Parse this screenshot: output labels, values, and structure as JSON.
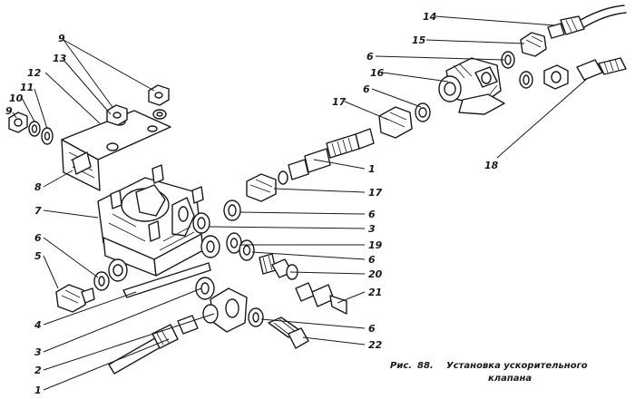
{
  "caption": {
    "prefix": "Рис.",
    "number": "88.",
    "line1": "Установка    ускорительного",
    "line2": "клапана"
  },
  "callouts": [
    {
      "id": "c14a",
      "text": "14"
    },
    {
      "id": "c15",
      "text": "15"
    },
    {
      "id": "c6a",
      "text": "6"
    },
    {
      "id": "c16",
      "text": "16"
    },
    {
      "id": "c6b",
      "text": "6"
    },
    {
      "id": "c17a",
      "text": "17"
    },
    {
      "id": "c18",
      "text": "18"
    },
    {
      "id": "c9a",
      "text": "9"
    },
    {
      "id": "c13",
      "text": "13"
    },
    {
      "id": "c12",
      "text": "12"
    },
    {
      "id": "c11",
      "text": "11"
    },
    {
      "id": "c10",
      "text": "10"
    },
    {
      "id": "c9b",
      "text": "9"
    },
    {
      "id": "c8",
      "text": "8"
    },
    {
      "id": "c7",
      "text": "7"
    },
    {
      "id": "c6c",
      "text": "6"
    },
    {
      "id": "c5",
      "text": "5"
    },
    {
      "id": "c1a",
      "text": "1"
    },
    {
      "id": "c17b",
      "text": "17"
    },
    {
      "id": "c6d",
      "text": "6"
    },
    {
      "id": "c3a",
      "text": "3"
    },
    {
      "id": "c19",
      "text": "19"
    },
    {
      "id": "c6e",
      "text": "6"
    },
    {
      "id": "c20",
      "text": "20"
    },
    {
      "id": "c21",
      "text": "21"
    },
    {
      "id": "c6f",
      "text": "6"
    },
    {
      "id": "c22",
      "text": "22"
    },
    {
      "id": "c4",
      "text": "4"
    },
    {
      "id": "c3b",
      "text": "3"
    },
    {
      "id": "c2",
      "text": "2"
    },
    {
      "id": "c1b",
      "text": "1"
    }
  ]
}
